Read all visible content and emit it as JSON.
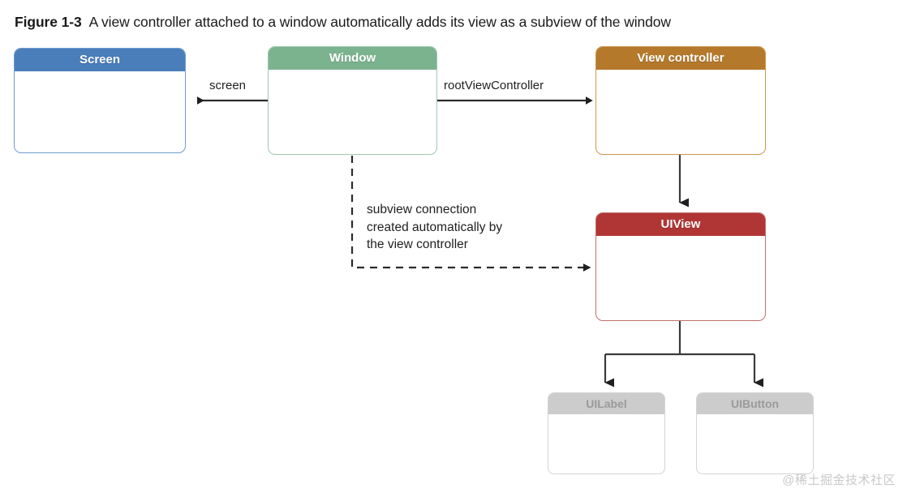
{
  "caption": {
    "figure_label": "Figure 1-3",
    "figure_text": "A view controller attached to a window automatically adds its view as a subview of the window"
  },
  "nodes": {
    "screen": {
      "title": "Screen",
      "header_color": "#4a7ebb",
      "border_color": "#6f9bd0"
    },
    "window": {
      "title": "Window",
      "header_color": "#7cb38f",
      "border_color": "#9ec9ae"
    },
    "viewcontroller": {
      "title": "View controller",
      "header_color": "#b5792c",
      "border_color": "#d0964d"
    },
    "uiview": {
      "title": "UIView",
      "header_color": "#b03635",
      "border_color": "#c2706c"
    },
    "uilabel": {
      "title": "UILabel",
      "header_color": "#cccccc",
      "border_color": "#d4d4d4"
    },
    "uibutton": {
      "title": "UIButton",
      "header_color": "#cccccc",
      "border_color": "#d4d4d4"
    }
  },
  "edges": {
    "screen_label": "screen",
    "rootviewcontroller_label": "rootViewController",
    "subview_note_line1": "subview connection",
    "subview_note_line2": "created automatically by",
    "subview_note_line3": "the view controller"
  },
  "watermark": "@稀土掘金技术社区"
}
